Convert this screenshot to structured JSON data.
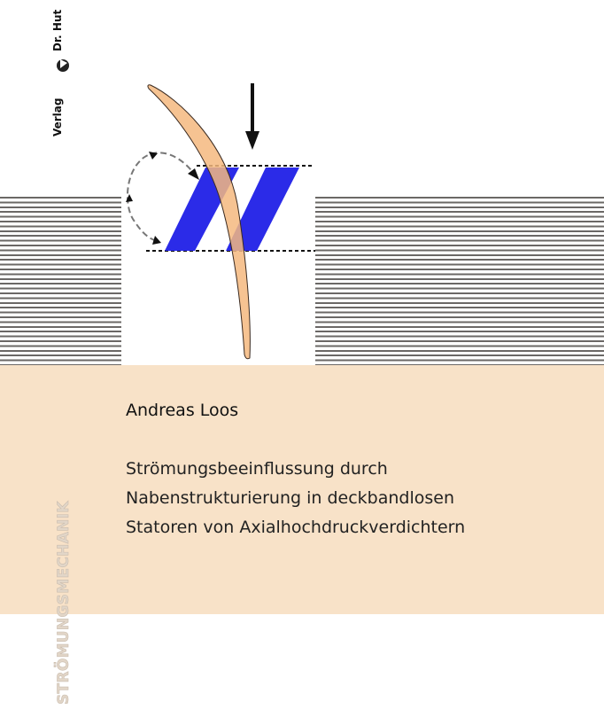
{
  "publisher": {
    "word1": "Verlag",
    "word2": "Dr. Hut"
  },
  "author": "Andreas Loos",
  "title_lines": [
    "Strömungsbeeinflussung durch",
    "Nabenstrukturierung in deckbandlosen",
    "Statoren von Axialhochdruckverdichtern"
  ],
  "series": "STRÖMUNGSMECHANIK",
  "colors": {
    "band": "#f8e2c8",
    "blade": "#f5b97f",
    "slots": "#2b2be8",
    "overlap": "#8e4f8a",
    "stripes": "#6b6866"
  }
}
